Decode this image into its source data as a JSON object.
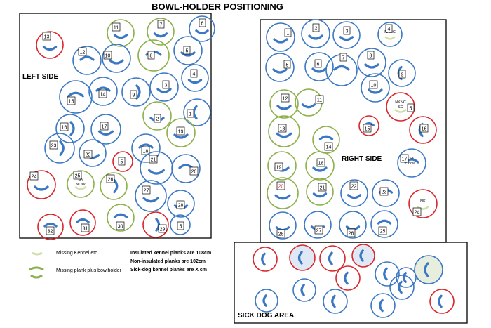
{
  "title": "BOWL-HOLDER POSITIONING",
  "left_label": "LEFT SIDE",
  "right_label": "RIGHT SIDE",
  "sick_label": "SICK DOG AREA",
  "legend": {
    "missing_kennel": "Missing Kennel etc",
    "missing_plank": "Missing plank plus bowlholder",
    "insulated": "Insulated kennel planks are 108cm",
    "non_insulated": "Non-insulated planks are 102cm",
    "sickdog_planks": "Sick-dog kennel planks are X cm"
  },
  "colors": {
    "blue": "#3b78c4",
    "green": "#8cb04a",
    "red": "#d9262c",
    "light_fill": "#dfe8f5",
    "light_green_fill": "#e8eedd",
    "label_red": "#d9262c"
  },
  "left_kennels": [
    {
      "label": "13",
      "ring": "red",
      "bowl": "down"
    },
    {
      "label": "11",
      "ring": "green",
      "bowl": "down"
    },
    {
      "label": "7",
      "ring": "green",
      "bowl": "down"
    },
    {
      "label": "6",
      "ring": "blue",
      "bowl": "down"
    },
    {
      "label": "12",
      "ring": "blue",
      "bowl": "up"
    },
    {
      "label": "10",
      "ring": "blue",
      "bowl": "down"
    },
    {
      "label": "8",
      "ring": "green",
      "bowl": "up"
    },
    {
      "label": "5",
      "ring": "blue",
      "bowl": "down"
    },
    {
      "label": "14",
      "ring": "blue",
      "bowl": "up"
    },
    {
      "label": "9",
      "ring": "blue",
      "bowl": "right"
    },
    {
      "label": "3",
      "ring": "blue",
      "bowl": "down"
    },
    {
      "label": "4",
      "ring": "blue",
      "bowl": "down"
    },
    {
      "label": "15",
      "ring": "blue",
      "bowl": "up"
    },
    {
      "label": "2",
      "ring": "green",
      "bowl": "down"
    },
    {
      "label": "1",
      "ring": "blue",
      "bowl": "left"
    },
    {
      "label": "16",
      "ring": "blue",
      "bowl": "right"
    },
    {
      "label": "17",
      "ring": "blue",
      "bowl": "down"
    },
    {
      "label": "19",
      "ring": "green",
      "bowl": "down"
    },
    {
      "label": "18",
      "ring": "blue",
      "bowl": "up"
    },
    {
      "label": "23",
      "ring": "blue",
      "bowl": "right"
    },
    {
      "label": "22",
      "ring": "blue",
      "bowl": "down"
    },
    {
      "label": "5",
      "ring": "red",
      "bowl": "none"
    },
    {
      "label": "21",
      "ring": "blue",
      "bowl": "down"
    },
    {
      "label": "20",
      "ring": "blue",
      "bowl": "up"
    },
    {
      "label": "24",
      "ring": "red",
      "bowl": "down"
    },
    {
      "label": "25",
      "ring": "green",
      "bowl": "missing",
      "note": "SK\nNOW"
    },
    {
      "label": "26",
      "ring": "green",
      "bowl": "right"
    },
    {
      "label": "27",
      "ring": "blue",
      "bowl": "down"
    },
    {
      "label": "28",
      "ring": "blue",
      "bowl": "down"
    },
    {
      "label": "30",
      "ring": "green",
      "bowl": "up"
    },
    {
      "label": "32",
      "ring": "red",
      "bowl": "up"
    },
    {
      "label": "31",
      "ring": "red",
      "bowl": "up"
    },
    {
      "label": "29",
      "ring": "red",
      "bowl": "right"
    },
    {
      "label": "5",
      "ring": "blue",
      "bowl": "none"
    }
  ],
  "right_kennels": [
    {
      "label": "1",
      "ring": "blue",
      "bowl": "down"
    },
    {
      "label": "2",
      "ring": "blue",
      "bowl": "down"
    },
    {
      "label": "3",
      "ring": "blue",
      "bowl": "down"
    },
    {
      "label": "4",
      "ring": "blue",
      "bowl": "missing",
      "note": "NKNC"
    },
    {
      "label": "5",
      "ring": "blue",
      "bowl": "down"
    },
    {
      "label": "6",
      "ring": "blue",
      "bowl": "down"
    },
    {
      "label": "7",
      "ring": "blue",
      "bowl": "up"
    },
    {
      "label": "8",
      "ring": "blue",
      "bowl": "down"
    },
    {
      "label": "9",
      "ring": "blue",
      "bowl": "left"
    },
    {
      "label": "10",
      "ring": "blue",
      "bowl": "down"
    },
    {
      "label": "5",
      "ring": "red",
      "bowl": "missing",
      "note": "NKNC\nSC"
    },
    {
      "label": "11",
      "ring": "green",
      "bowl": "down"
    },
    {
      "label": "12",
      "ring": "green",
      "bowl": "down"
    },
    {
      "label": "15",
      "ring": "red",
      "bowl": "up"
    },
    {
      "label": "16",
      "ring": "red",
      "bowl": "left"
    },
    {
      "label": "13",
      "ring": "green",
      "bowl": "down"
    },
    {
      "label": "14",
      "ring": "green",
      "bowl": "up"
    },
    {
      "label": "17",
      "ring": "blue",
      "bowl": "up",
      "note": "SK\nnow"
    },
    {
      "label": "19",
      "ring": "green",
      "bowl": "down"
    },
    {
      "label": "18",
      "ring": "green",
      "bowl": "down"
    },
    {
      "label": "20",
      "ring": "green",
      "bowl": "down",
      "label_color": "red"
    },
    {
      "label": "21",
      "ring": "green",
      "bowl": "down"
    },
    {
      "label": "22",
      "ring": "blue",
      "bowl": "down"
    },
    {
      "label": "23",
      "ring": "blue",
      "bowl": "up"
    },
    {
      "label": "24",
      "ring": "red",
      "bowl": "missing",
      "note": "NK"
    },
    {
      "label": "28",
      "ring": "blue",
      "bowl": "down"
    },
    {
      "label": "27",
      "ring": "blue",
      "bowl": "down"
    },
    {
      "label": "26",
      "ring": "blue",
      "bowl": "down"
    },
    {
      "label": "25",
      "ring": "blue",
      "bowl": "up"
    }
  ],
  "sick_kennels": [
    {
      "ring": "red",
      "bowl": "left"
    },
    {
      "ring": "red",
      "bowl": "left",
      "filled": true
    },
    {
      "ring": "red",
      "bowl": "left"
    },
    {
      "ring": "red",
      "bowl": "left",
      "filled": true
    },
    {
      "ring": "blue",
      "bowl": "left"
    },
    {
      "ring": "blue",
      "bowl": "left"
    },
    {
      "ring": "blue",
      "bowl": "left",
      "filled_green": true
    },
    {
      "ring": "red",
      "bowl": "left"
    },
    {
      "ring": "blue",
      "bowl": "left"
    },
    {
      "ring": "blue",
      "bowl": "left"
    },
    {
      "ring": "blue",
      "bowl": "left"
    },
    {
      "ring": "blue",
      "bowl": "left"
    },
    {
      "ring": "red",
      "bowl": "left"
    },
    {
      "ring": "blue",
      "bowl": "left"
    }
  ]
}
